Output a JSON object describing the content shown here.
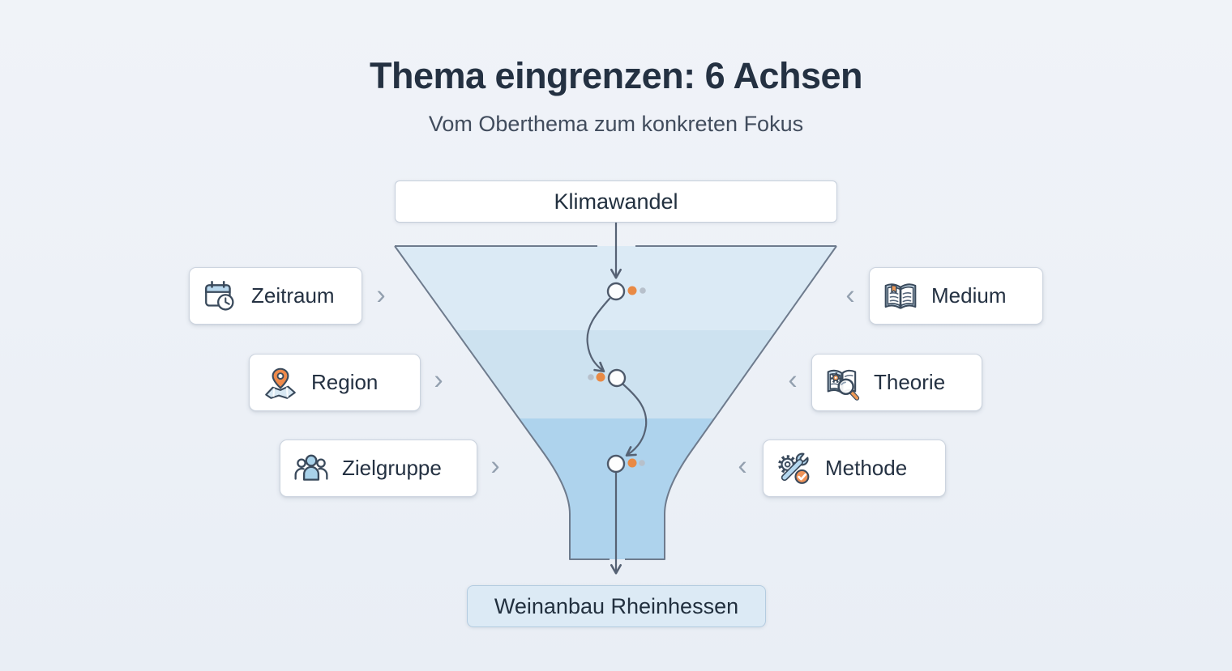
{
  "header": {
    "title": "Thema eingrenzen: 6 Achsen",
    "subtitle": "Vom Oberthema zum konkreten Fokus"
  },
  "funnel": {
    "source_label": "Klimawandel",
    "result_label": "Weinanbau Rheinhessen",
    "stages": 3,
    "band_colors": [
      "#dbeaf5",
      "#cde2f0",
      "#aed3ed"
    ],
    "outline_color": "#6e7b8d",
    "flow_color": "#566274",
    "node_fill": "#fdfefe",
    "dot_colors": {
      "accent": "#e98a45",
      "muted": "#b7c0cb"
    }
  },
  "axes": {
    "left": [
      {
        "label": "Zeitraum",
        "icon": "calendar-clock-icon"
      },
      {
        "label": "Region",
        "icon": "map-pin-icon"
      },
      {
        "label": "Zielgruppe",
        "icon": "people-group-icon"
      }
    ],
    "right": [
      {
        "label": "Medium",
        "icon": "open-book-icon"
      },
      {
        "label": "Theorie",
        "icon": "book-magnifier-icon"
      },
      {
        "label": "Methode",
        "icon": "gear-wrench-check-icon"
      }
    ],
    "left_pointer": "›",
    "right_pointer": "‹"
  },
  "colors": {
    "background": "#edf1f7",
    "card_bg": "#ffffff",
    "result_bg": "#dceaf5",
    "accent_orange": "#e98a45",
    "text_dark": "#243142"
  }
}
